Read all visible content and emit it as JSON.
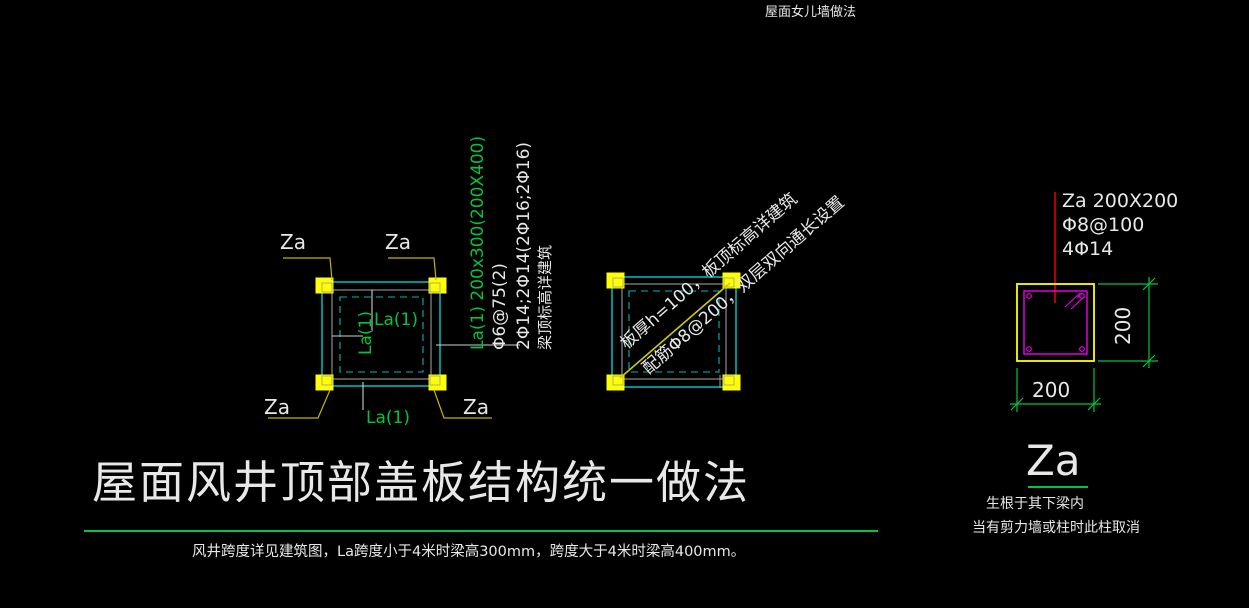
{
  "drawing": {
    "header_title": "屋面女儿墙做法",
    "main_title": "屋面风井顶部盖板结构统一做法",
    "bottom_note": "风井跨度详见建筑图，La跨度小于4米时梁高300mm，跨度大于4米时梁高400mm。"
  },
  "plan_detail": {
    "corner_labels": {
      "top_left": "Za",
      "top_right": "Za",
      "bottom_left": "Za",
      "bottom_right": "Za"
    },
    "beam_labels": {
      "vertical": "La(1)",
      "center": "La(1)",
      "bottom": "La(1)"
    },
    "annotations": [
      {
        "text": "La(1) 200x300(200X400)",
        "color": "#00c63c"
      },
      {
        "text": "Φ6@75(2)",
        "color": "#e8e8e8"
      },
      {
        "text": "2Φ14;2Φ14(2Φ16;2Φ16)",
        "color": "#e8e8e8"
      },
      {
        "text": "梁顶标高详建筑",
        "color": "#e8e8e8"
      }
    ]
  },
  "slab_detail": {
    "note_line_1": "板厚h=100，板顶标高详建筑",
    "note_line_2": "配筋Φ8@200，双层双向通长设置"
  },
  "column_detail": {
    "label_line_1": "Za 200X200",
    "label_line_2": "Φ8@100",
    "label_line_3": "4Φ14",
    "dim_right": "200",
    "dim_bottom": "200",
    "caption": "Za",
    "note_line_1": "生根于其下梁内",
    "note_line_2": "当有剪力墙或柱时此柱取消"
  },
  "colors": {
    "background": "#000000",
    "yellow": "#ffff00",
    "cyan": "#00b7b7",
    "green": "#00c63c",
    "white": "#e8e8e8",
    "gray": "#9a9a9a",
    "magenta": "#ee00ee",
    "red": "#ff0000"
  }
}
